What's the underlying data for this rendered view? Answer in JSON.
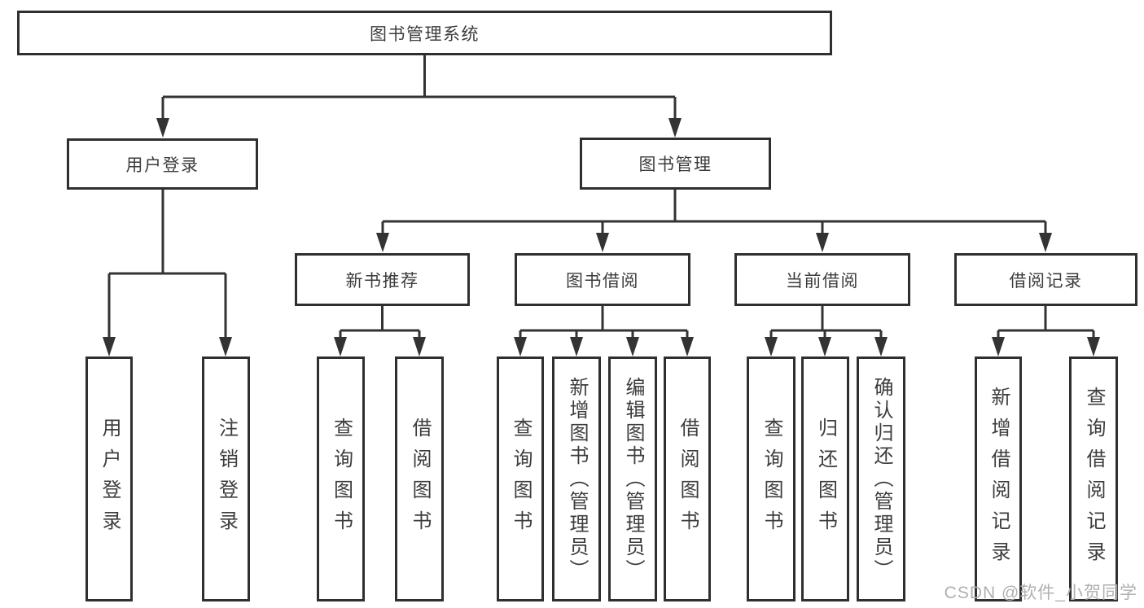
{
  "diagram": {
    "title": "图书管理系统",
    "type": "hierarchy-tree",
    "colors": {
      "line": "#333333",
      "box_border": "#2f2f2f",
      "text": "#3d3d3d",
      "background": "#ffffff",
      "watermark": "#b0b0b0"
    },
    "nodes": {
      "root": {
        "label": "图书管理系统"
      },
      "user_login": {
        "label": "用户登录"
      },
      "book_mgmt": {
        "label": "图书管理"
      },
      "new_book_rec": {
        "label": "新书推荐"
      },
      "book_borrow": {
        "label": "图书借阅"
      },
      "current_borrow": {
        "label": "当前借阅"
      },
      "borrow_record": {
        "label": "借阅记录"
      },
      "login": {
        "label": "用户登录"
      },
      "logout": {
        "label": "注销登录"
      },
      "rec_query": {
        "label": "查询图书"
      },
      "rec_borrow": {
        "label": "借阅图书"
      },
      "bb_query": {
        "label": "查询图书"
      },
      "bb_add": {
        "label": "新增图书（管理员）"
      },
      "bb_edit": {
        "label": "编辑图书（管理员）"
      },
      "bb_borrow": {
        "label": "借阅图书"
      },
      "cb_query": {
        "label": "查询图书"
      },
      "cb_return": {
        "label": "归还图书"
      },
      "cb_confirm": {
        "label": "确认归还（管理员）"
      },
      "br_add": {
        "label": "新增借阅记录"
      },
      "br_query": {
        "label": "查询借阅记录"
      }
    },
    "edges": [
      {
        "from": "root",
        "to": [
          "user_login",
          "book_mgmt"
        ]
      },
      {
        "from": "user_login",
        "to": [
          "login",
          "logout"
        ]
      },
      {
        "from": "book_mgmt",
        "to": [
          "new_book_rec",
          "book_borrow",
          "current_borrow",
          "borrow_record"
        ]
      },
      {
        "from": "new_book_rec",
        "to": [
          "rec_query",
          "rec_borrow"
        ]
      },
      {
        "from": "book_borrow",
        "to": [
          "bb_query",
          "bb_add",
          "bb_edit",
          "bb_borrow"
        ]
      },
      {
        "from": "current_borrow",
        "to": [
          "cb_query",
          "cb_return",
          "cb_confirm"
        ]
      },
      {
        "from": "borrow_record",
        "to": [
          "br_add",
          "br_query"
        ]
      }
    ],
    "watermark": "CSDN @软件_小贺同学"
  }
}
